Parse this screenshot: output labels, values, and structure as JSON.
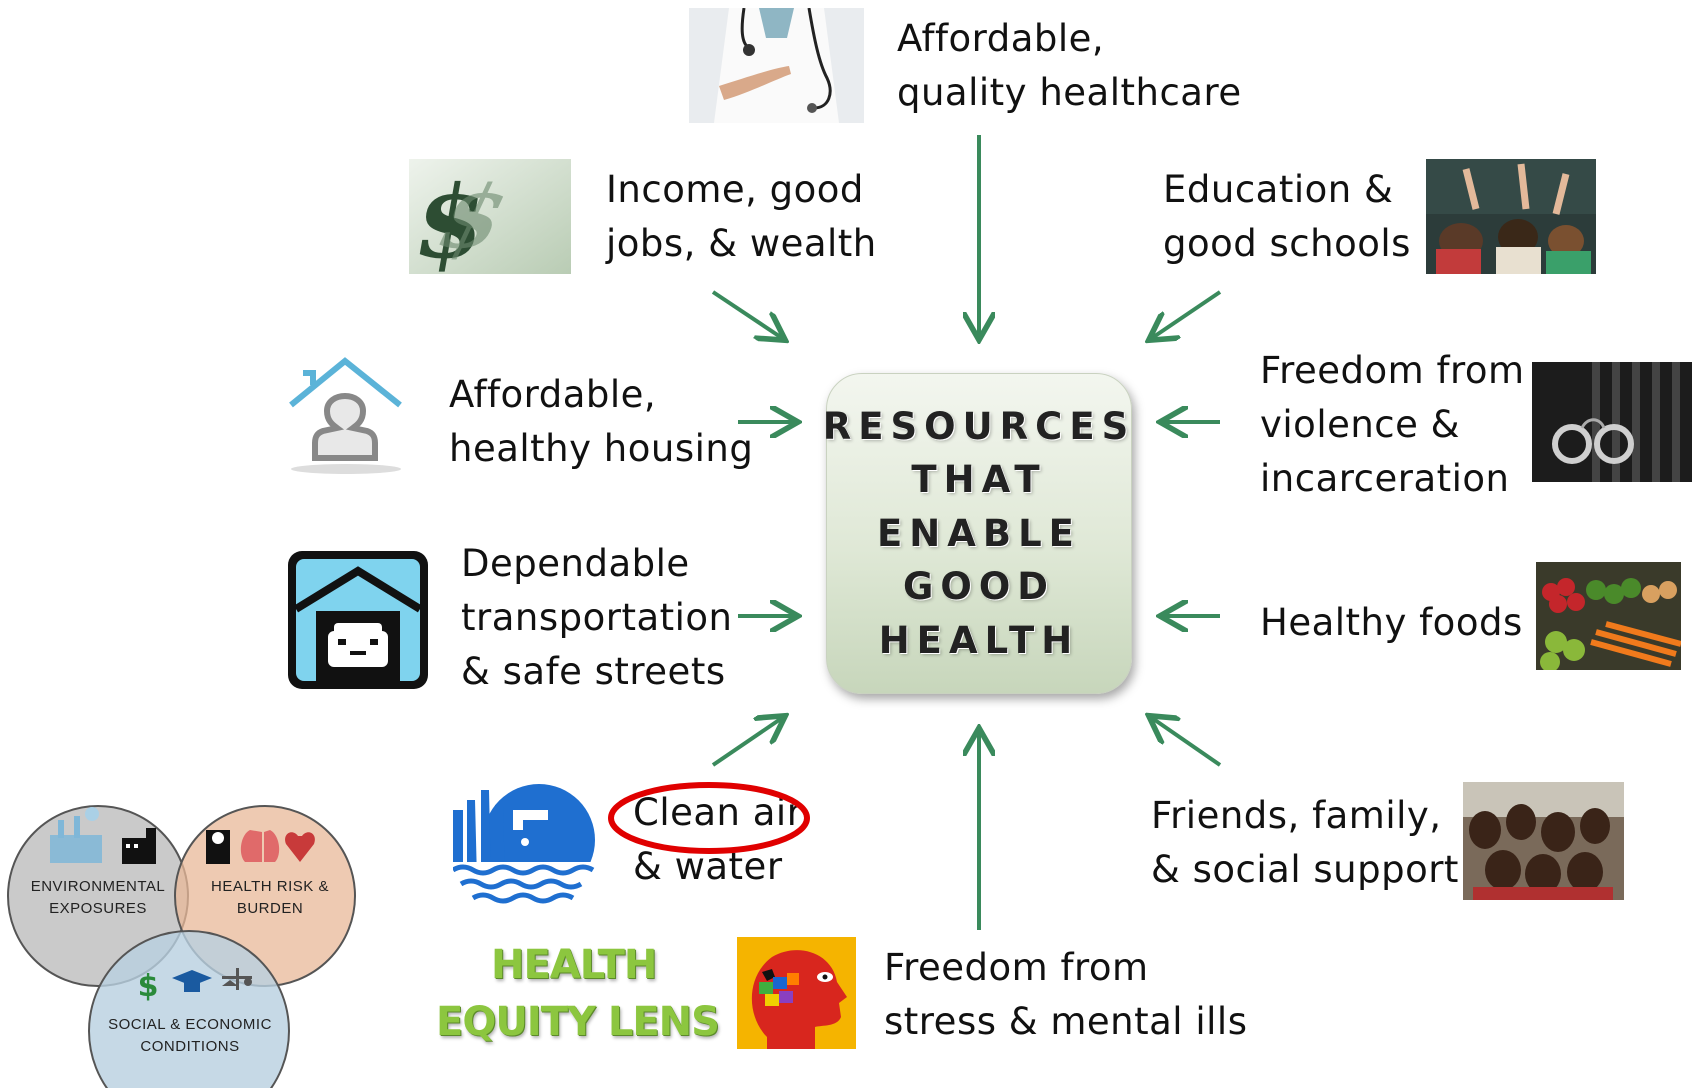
{
  "center": {
    "lines": [
      "RESOURCES",
      "THAT",
      "ENABLE",
      "GOOD",
      "HEALTH"
    ]
  },
  "resources": {
    "healthcare": [
      "Affordable,",
      "quality healthcare"
    ],
    "income": [
      "Income, good",
      "jobs, & wealth"
    ],
    "education": [
      "Education &",
      "good schools"
    ],
    "housing": [
      "Affordable,",
      "healthy housing"
    ],
    "violence": [
      "Freedom from",
      "violence &",
      "incarceration"
    ],
    "transportation": [
      "Dependable",
      "transportation",
      "& safe streets"
    ],
    "foods": [
      "Healthy foods"
    ],
    "air_water": [
      "Clean air",
      "& water"
    ],
    "friends": [
      "Friends, family,",
      "& social support"
    ],
    "stress": [
      "Freedom from",
      "stress & mental ills"
    ]
  },
  "lens": {
    "line1": "HEALTH",
    "line2": "EQUITY LENS"
  },
  "venn": {
    "environmental": [
      "ENVIRONMENTAL",
      "EXPOSURES"
    ],
    "health_risk": [
      "HEALTH RISK &",
      "BURDEN"
    ],
    "social": [
      "SOCIAL & ECONOMIC",
      "CONDITIONS"
    ],
    "dollar_symbol": "$"
  },
  "colors": {
    "arrow": "#3a8a5c",
    "highlight_circle": "#e00000",
    "lens_text": "#8cc63f",
    "venn_env": "#b8b8b8",
    "venn_health": "#e8b898",
    "venn_social": "#b8d0e0"
  }
}
